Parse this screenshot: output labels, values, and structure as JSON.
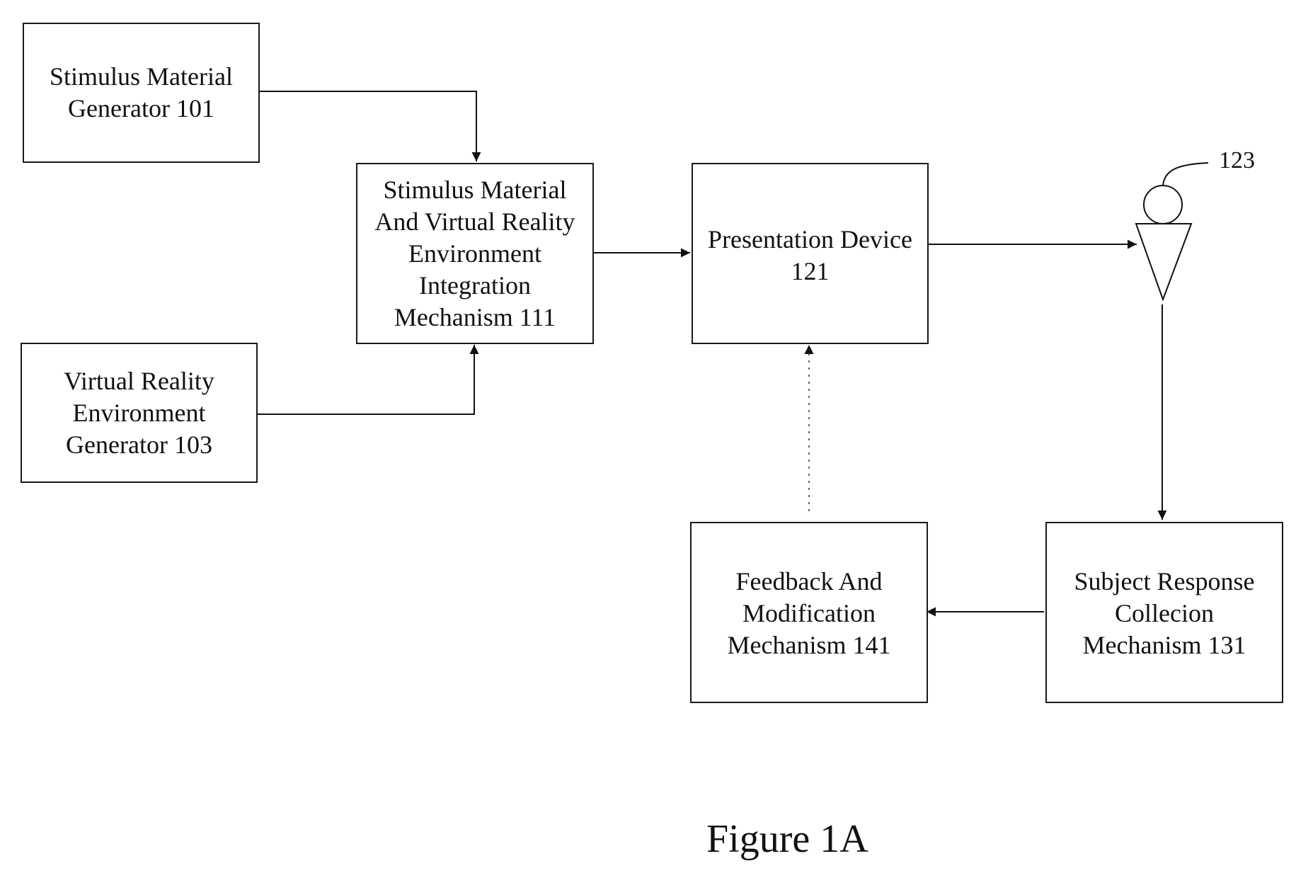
{
  "blocks": {
    "stimulus_generator": {
      "lines": [
        "Stimulus Material",
        "Generator 101"
      ]
    },
    "vr_generator": {
      "lines": [
        "Virtual Reality",
        "Environment",
        "Generator 103"
      ]
    },
    "integration": {
      "lines": [
        "Stimulus Material",
        "And Virtual Reality",
        "Environment",
        "Integration",
        "Mechanism 111"
      ]
    },
    "presentation": {
      "lines": [
        "Presentation Device",
        "121"
      ]
    },
    "feedback": {
      "lines": [
        "Feedback And",
        "Modification",
        "Mechanism 141"
      ]
    },
    "response": {
      "lines": [
        "Subject Response",
        "Collecion",
        "Mechanism 131"
      ]
    }
  },
  "subject": {
    "label": "123",
    "icon": "person-icon"
  },
  "caption": "Figure 1A"
}
